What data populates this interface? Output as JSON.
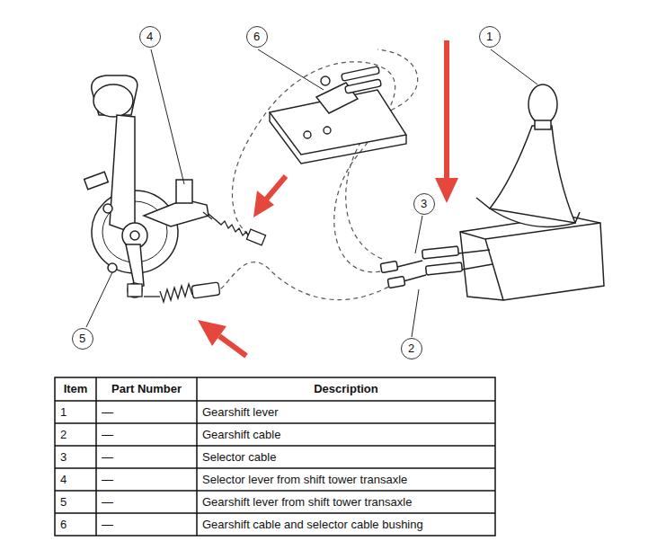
{
  "diagram": {
    "labels": [
      "4",
      "6",
      "1",
      "3",
      "2",
      "5",
      "Item",
      "Part Number",
      "Description",
      "1",
      "—",
      "Gearshift lever",
      "2",
      "—",
      "Gearshift cable",
      "3",
      "—",
      "Selector cable",
      "4",
      "—",
      "Selector lever from shift tower transaxle",
      "5",
      "—",
      "Gearshift lever from shift tower transaxle",
      "6",
      "—",
      "Gearshift cable and selector cable bushing"
    ]
  }
}
